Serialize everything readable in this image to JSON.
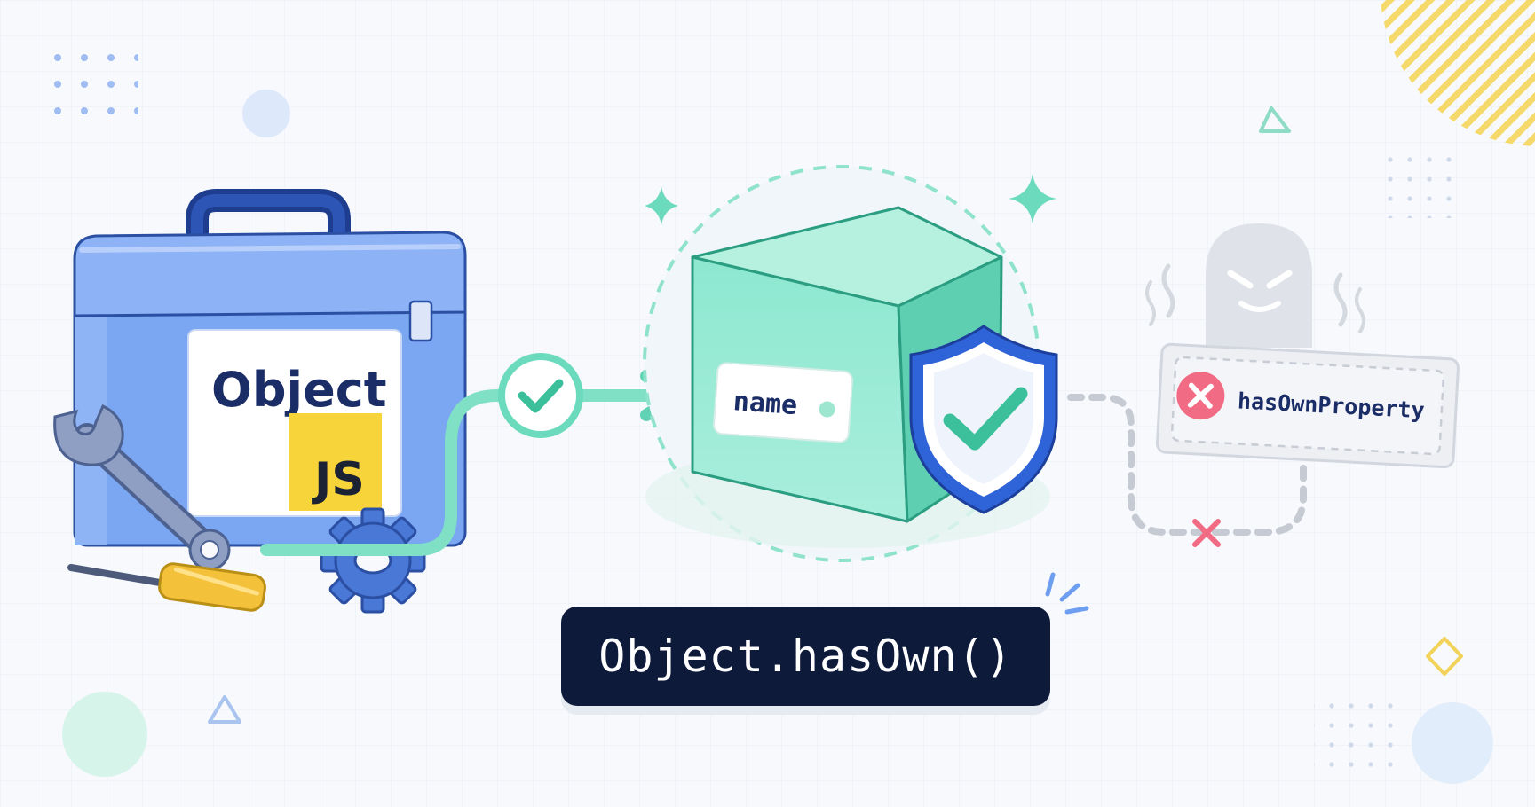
{
  "toolbox": {
    "label": "Object",
    "badge": "JS"
  },
  "cube": {
    "property_label": "name"
  },
  "legacy": {
    "method_label": "hasOwnProperty"
  },
  "code": {
    "method": "Object.hasOwn()"
  },
  "colors": {
    "background": "#f7f9fc",
    "primary_blue": "#6e9ef0",
    "dark_navy": "#0e1a3a",
    "mint": "#79e0c4",
    "js_yellow": "#f7d43a",
    "error_red": "#f26b84",
    "ghost_gray": "#d6dae2"
  },
  "icons": {
    "toolbox": "toolbox-icon",
    "wrench": "wrench-icon",
    "screwdriver": "screwdriver-icon",
    "gear": "gear-icon",
    "check_badge": "check-circle-icon",
    "shield": "shield-check-icon",
    "ghost": "ghost-icon",
    "error": "x-circle-icon",
    "cross": "cross-mark-icon"
  }
}
